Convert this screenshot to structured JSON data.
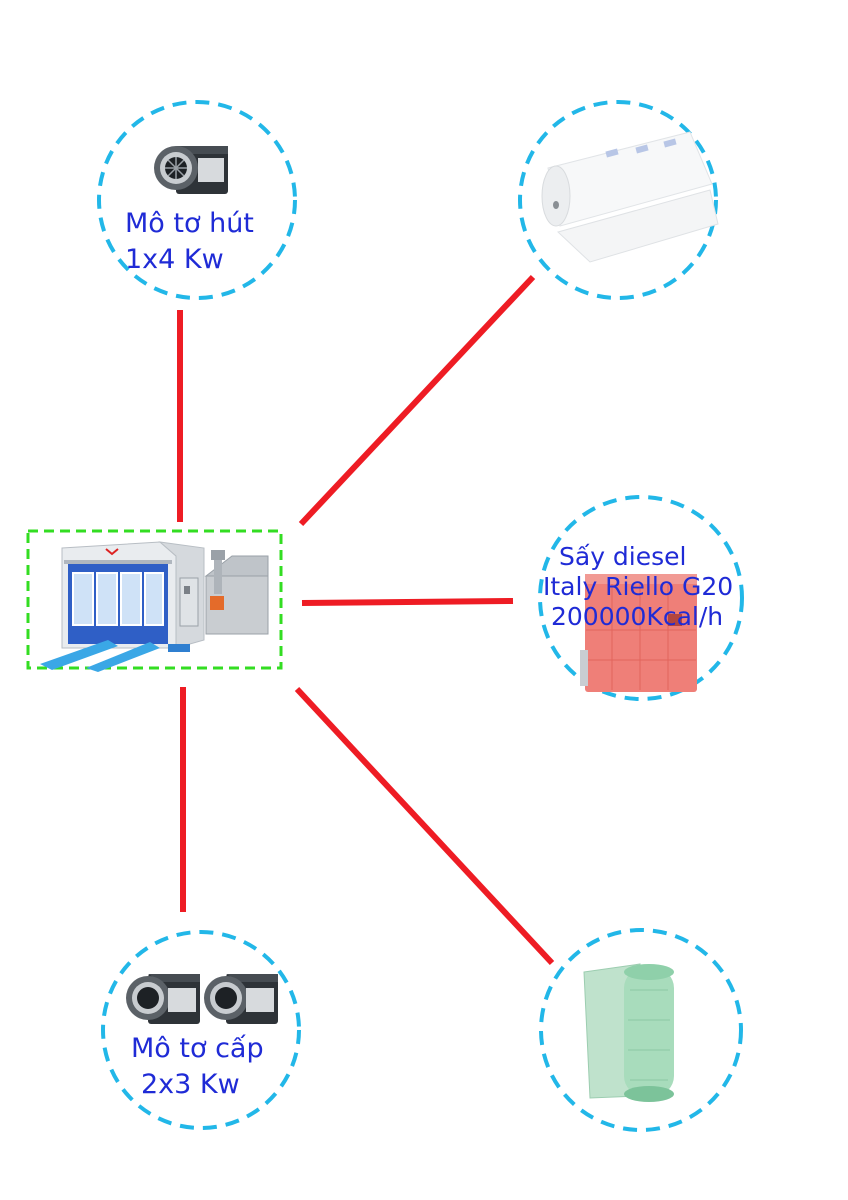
{
  "colors": {
    "connector": "#ee1c24",
    "node_ring": "#22b7e8",
    "center_frame": "#33dd22",
    "label_text": "#1f2bd6"
  },
  "center_node": {
    "icon": "paint-booth-icon"
  },
  "nodes": {
    "exhaust_motor": {
      "icon": "blower-fan-icon",
      "line1": "Mô tơ hút",
      "line2": "1x4 Kw"
    },
    "ceiling_filter": {
      "icon": "ceiling-filter-roll-icon"
    },
    "burner": {
      "icon": "diesel-burner-icon",
      "line1": "Sấy diesel",
      "line2": "Italy Riello G20",
      "line3": "200000Kcal/h"
    },
    "supply_motor": {
      "icon": "blower-fan-icon",
      "line1": "Mô tơ cấp",
      "line2": "2x3 Kw"
    },
    "floor_filter": {
      "icon": "floor-filter-roll-icon"
    }
  }
}
